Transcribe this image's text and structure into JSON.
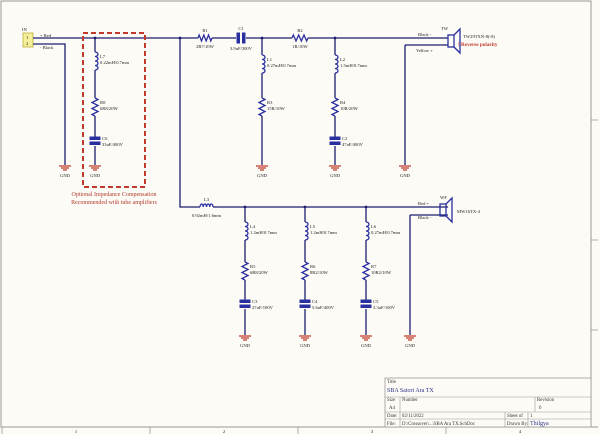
{
  "input": {
    "ref": "IN",
    "pins": [
      "1",
      "2"
    ],
    "pos_label": "+ Red",
    "neg_label": "- Black"
  },
  "components": {
    "R1": {
      "ref": "R1",
      "value": "2R7/10W"
    },
    "C1": {
      "ref": "C1",
      "value": "3.9uF/300V"
    },
    "R2": {
      "ref": "R2",
      "value": "1R/10W"
    },
    "L1": {
      "ref": "L1",
      "value": "0.27mH/0.7mm"
    },
    "L2": {
      "ref": "L2",
      "value": "1.5mH/0.7mm"
    },
    "R3": {
      "ref": "R3",
      "value": "15R/10W"
    },
    "R4": {
      "ref": "R4",
      "value": "10R/20W"
    },
    "C2": {
      "ref": "C2",
      "value": "47uF/400V"
    },
    "L7": {
      "ref": "L7",
      "value": "0.22mH/0.7mm"
    },
    "R8": {
      "ref": "R8",
      "value": "6R8/20W"
    },
    "C6": {
      "ref": "C6",
      "value": "33uF/400V"
    },
    "L3": {
      "ref": "L3",
      "value": "0.92mH/1.6mm"
    },
    "L4": {
      "ref": "L4",
      "value": "1.2mH/0.7mm"
    },
    "L5": {
      "ref": "L5",
      "value": "1.2mH/0.7mm"
    },
    "L6": {
      "ref": "L6",
      "value": "0.27mH/0.7mm"
    },
    "R5": {
      "ref": "R5",
      "value": "6R8/20W"
    },
    "R6": {
      "ref": "R6",
      "value": "8R2/10W"
    },
    "R7": {
      "ref": "R7",
      "value": "10R2/10W"
    },
    "C3": {
      "ref": "C3",
      "value": "27uF/100V"
    },
    "C4": {
      "ref": "C4",
      "value": "5.6uF/400V"
    },
    "C5": {
      "ref": "C5",
      "value": "3.3uF/100V"
    }
  },
  "tweeter": {
    "ref": "TW",
    "model": "TW29TXN-8(-8)",
    "note": "Reverse polarity",
    "neg_label": "Black -",
    "pos_label": "Yellow +"
  },
  "woofer": {
    "ref": "WF",
    "model": "MW16TX-4",
    "pos_label": "Red +",
    "neg_label": "Black -"
  },
  "gnd_label": "GND",
  "optional_note": [
    "Optional Impedance Compensation",
    "Recommended with tube amplifiers"
  ],
  "title_block": {
    "title_label": "Title",
    "title": "SBA Satori Ara TX",
    "size_label": "Size",
    "size": "A4",
    "number_label": "Number",
    "number": "",
    "revision_label": "Revision",
    "revision": "0",
    "date_label": "Date:",
    "date": "02/11/2022",
    "file_label": "File:",
    "file": "D:\\Crossover\\...\\SBA Ara TX.SchDoc",
    "sheet_label": "Sheet    of",
    "sheet": "1",
    "drawn_label": "Drawn By:",
    "drawn_by": "Thilgya"
  },
  "zones": [
    "1",
    "2",
    "3",
    "4"
  ]
}
